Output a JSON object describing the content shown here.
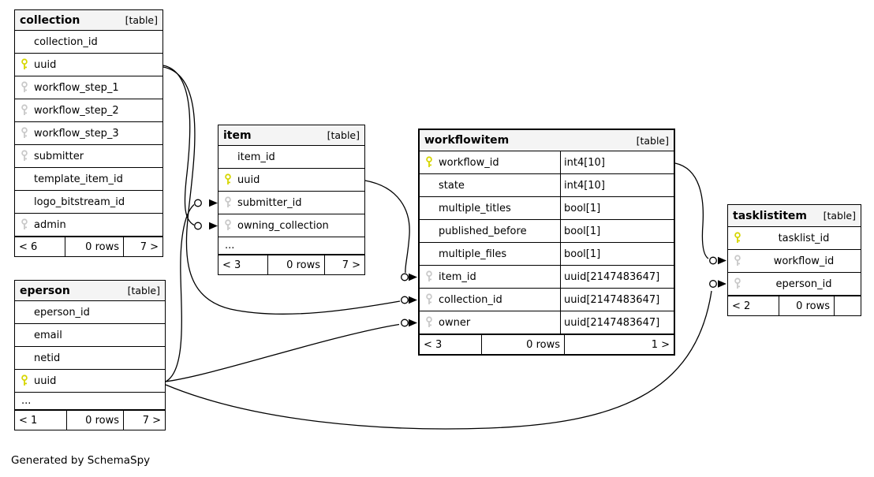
{
  "page": {
    "generated_by": "Generated by SchemaSpy"
  },
  "colors": {
    "primary_key": "#d6d600",
    "foreign_key": "#c9c9c9",
    "header_bg": "#f4f4f4",
    "border": "#000000",
    "line": "#000000"
  },
  "tables": [
    {
      "name": "collection",
      "tag": "[table]",
      "fields": [
        {
          "name": "collection_id",
          "key": ""
        },
        {
          "name": "uuid",
          "key": "pk"
        },
        {
          "name": "workflow_step_1",
          "key": "fk"
        },
        {
          "name": "workflow_step_2",
          "key": "fk"
        },
        {
          "name": "workflow_step_3",
          "key": "fk"
        },
        {
          "name": "submitter",
          "key": "fk"
        },
        {
          "name": "template_item_id",
          "key": ""
        },
        {
          "name": "logo_bitstream_id",
          "key": ""
        },
        {
          "name": "admin",
          "key": "fk"
        }
      ],
      "footer": {
        "left": "< 6",
        "center": "0 rows",
        "right": "7 >"
      }
    },
    {
      "name": "item",
      "tag": "[table]",
      "fields": [
        {
          "name": "item_id",
          "key": ""
        },
        {
          "name": "uuid",
          "key": "pk"
        },
        {
          "name": "submitter_id",
          "key": "fk"
        },
        {
          "name": "owning_collection",
          "key": "fk"
        },
        {
          "name": "...",
          "key": "",
          "ellipsis": true
        }
      ],
      "footer": {
        "left": "< 3",
        "center": "0 rows",
        "right": "7 >"
      }
    },
    {
      "name": "eperson",
      "tag": "[table]",
      "fields": [
        {
          "name": "eperson_id",
          "key": ""
        },
        {
          "name": "email",
          "key": ""
        },
        {
          "name": "netid",
          "key": ""
        },
        {
          "name": "uuid",
          "key": "pk"
        },
        {
          "name": "...",
          "key": "",
          "ellipsis": true
        }
      ],
      "footer": {
        "left": "< 1",
        "center": "0 rows",
        "right": "7 >"
      }
    },
    {
      "name": "workflowitem",
      "tag": "[table]",
      "fields": [
        {
          "name": "workflow_id",
          "key": "pk",
          "type": "int4[10]"
        },
        {
          "name": "state",
          "key": "",
          "type": "int4[10]"
        },
        {
          "name": "multiple_titles",
          "key": "",
          "type": "bool[1]"
        },
        {
          "name": "published_before",
          "key": "",
          "type": "bool[1]"
        },
        {
          "name": "multiple_files",
          "key": "",
          "type": "bool[1]"
        },
        {
          "name": "item_id",
          "key": "fk",
          "type": "uuid[2147483647]"
        },
        {
          "name": "collection_id",
          "key": "fk",
          "type": "uuid[2147483647]"
        },
        {
          "name": "owner",
          "key": "fk",
          "type": "uuid[2147483647]"
        }
      ],
      "footer": {
        "left": "< 3",
        "center": "0 rows",
        "right": "1 >"
      }
    },
    {
      "name": "tasklistitem",
      "tag": "[table]",
      "fields": [
        {
          "name": "tasklist_id",
          "key": "pk"
        },
        {
          "name": "workflow_id",
          "key": "fk"
        },
        {
          "name": "eperson_id",
          "key": "fk"
        }
      ],
      "footer": {
        "left": "< 2",
        "center": "0 rows",
        "right": ""
      }
    }
  ],
  "relationships": [
    {
      "from": "collection.uuid",
      "to": "item.owning_collection"
    },
    {
      "from": "collection.uuid",
      "to": "workflowitem.collection_id"
    },
    {
      "from": "item.uuid",
      "to": "workflowitem.item_id"
    },
    {
      "from": "eperson.uuid",
      "to": "item.submitter_id"
    },
    {
      "from": "eperson.uuid",
      "to": "workflowitem.owner"
    },
    {
      "from": "eperson.uuid",
      "to": "tasklistitem.eperson_id"
    },
    {
      "from": "workflowitem.workflow_id",
      "to": "tasklistitem.workflow_id"
    }
  ]
}
